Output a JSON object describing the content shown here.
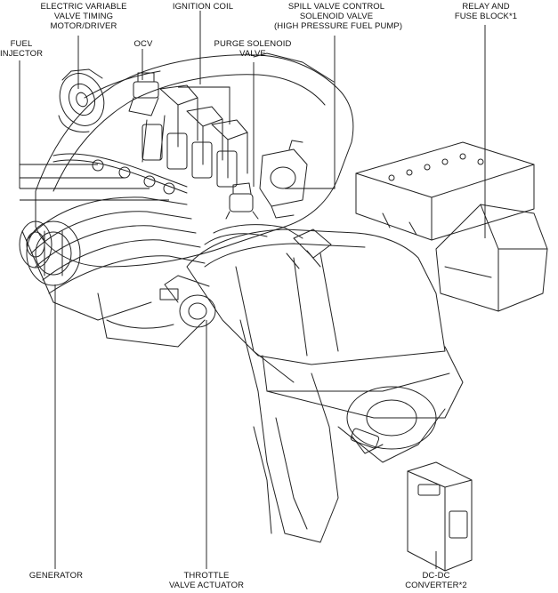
{
  "callouts": {
    "evvt": {
      "line1": "ELECTRIC VARIABLE",
      "line2": "VALVE TIMING",
      "line3": "MOTOR/DRIVER"
    },
    "ignition_coil": {
      "line1": "IGNITION COIL"
    },
    "spill_valve": {
      "line1": "SPILL VALVE CONTROL",
      "line2": "SOLENOID VALVE",
      "line3": "(HIGH PRESSURE FUEL PUMP)"
    },
    "relay_fuse": {
      "line1": "RELAY AND",
      "line2": "FUSE BLOCK*1"
    },
    "fuel_injector": {
      "line1": "FUEL",
      "line2": "INJECTOR"
    },
    "ocv": {
      "line1": "OCV"
    },
    "purge_solenoid": {
      "line1": "PURGE SOLENOID",
      "line2": "VALVE"
    },
    "generator": {
      "line1": "GENERATOR"
    },
    "throttle": {
      "line1": "THROTTLE",
      "line2": "VALVE ACTUATOR"
    },
    "dcdc": {
      "line1": "DC-DC",
      "line2": "CONVERTER*2"
    }
  }
}
